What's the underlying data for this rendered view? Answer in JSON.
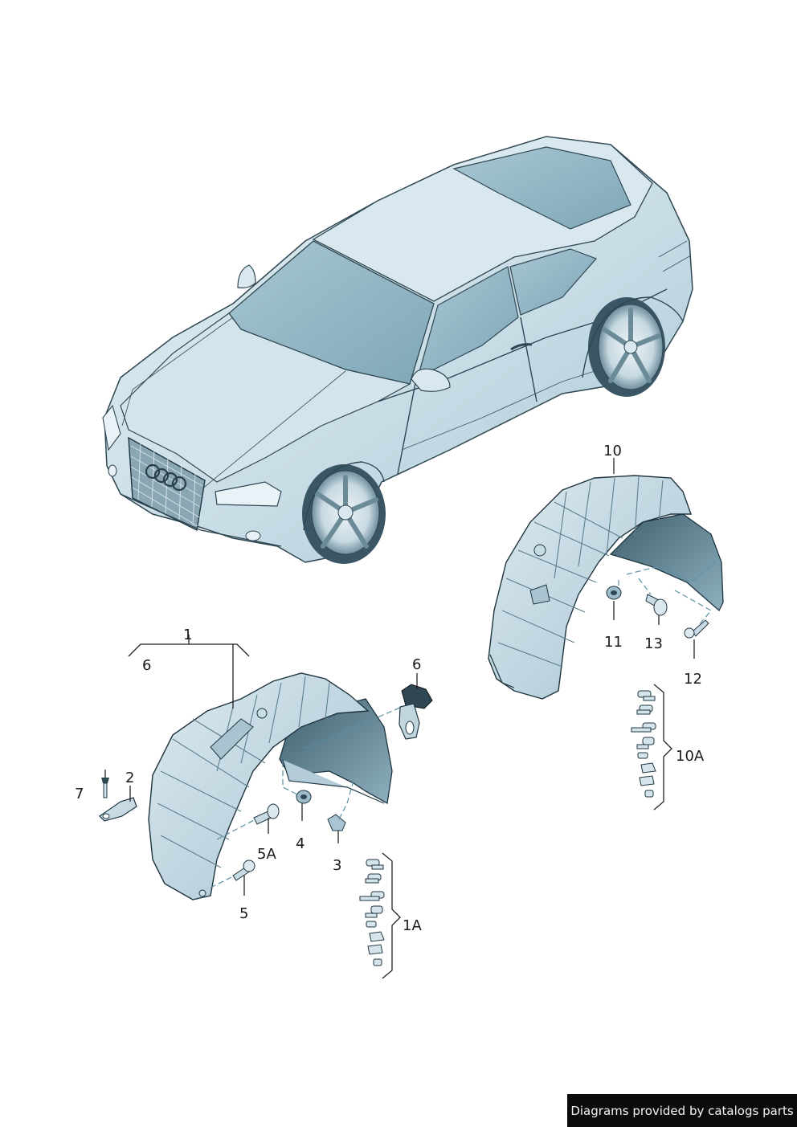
{
  "callouts": {
    "c1": "1",
    "c1A": "1A",
    "c2": "2",
    "c3": "3",
    "c4": "4",
    "c5": "5",
    "c5A": "5A",
    "c6a": "6",
    "c6b": "6",
    "c7": "7",
    "c10": "10",
    "c10A": "10A",
    "c11": "11",
    "c12": "12",
    "c13": "13"
  },
  "credit": "Diagrams provided by catalogs parts",
  "colors": {
    "body_fill": "#cfe1ea",
    "body_shadow": "#9fc0cf",
    "glass": "#8fb4c4",
    "liner_fill": "#c2d8e2",
    "liner_dark": "#5d7f8f",
    "ink": "#1a1a1a"
  }
}
